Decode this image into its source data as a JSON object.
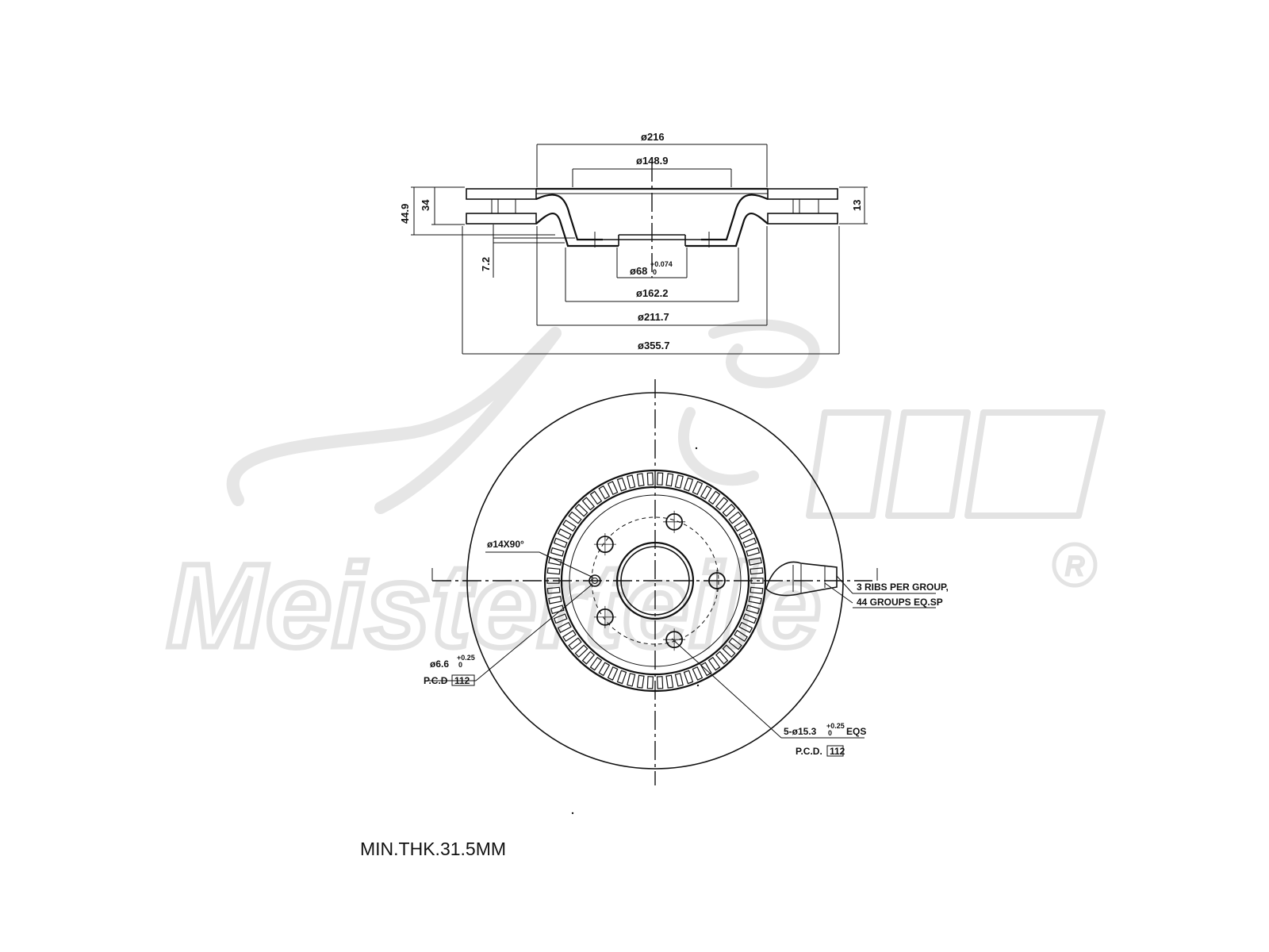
{
  "watermark": {
    "brand": "Meisterteile",
    "registered_mark": "R",
    "colors": {
      "stroke": "#e3e3e3"
    }
  },
  "side_view": {
    "dims": {
      "d216": "ø216",
      "d148_9": "ø148.9",
      "d68": "ø68",
      "d68_tol_upper": "+0.074",
      "d68_tol_lower": "0",
      "d162_2": "ø162.2",
      "d211_7": "ø211.7",
      "d355_7": "ø355.7",
      "h44_9": "44.9",
      "h34": "34",
      "h7_2": "7.2",
      "h13": "13"
    }
  },
  "front_view": {
    "chamfer": "ø14X90°",
    "small_hole": "ø6.6",
    "small_hole_tol_upper": "+0.25",
    "small_hole_tol_lower": "0",
    "small_hole_pcd_label": "P.C.D",
    "small_hole_pcd_value": "112",
    "bolt_holes_prefix": "5-ø15.3",
    "bolt_holes_tol_upper": "+0.25",
    "bolt_holes_tol_lower": "0",
    "bolt_holes_suffix": "EQS",
    "bolt_pcd_label": "P.C.D.",
    "bolt_pcd_value": "112",
    "ribs_note": "3 RIBS PER GROUP,",
    "groups_note": "44 GROUPS EQ.SP"
  },
  "min_thickness": "MIN.THK.31.5MM"
}
